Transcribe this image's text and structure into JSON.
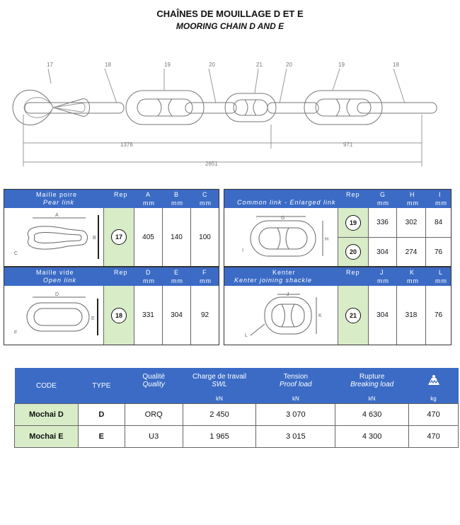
{
  "title_fr": "CHAÎNES DE MOUILLAGE D ET E",
  "title_en": "MOORING CHAIN D AND E",
  "diagram": {
    "callouts": [
      "17",
      "18",
      "19",
      "20",
      "21",
      "20",
      "19",
      "18"
    ],
    "dims": [
      "1376",
      "971",
      "2651"
    ]
  },
  "panels": {
    "pear": {
      "name_fr": "Maille poire",
      "name_en": "Pear link",
      "rep_label": "Rep",
      "cols": [
        {
          "h": "A",
          "u": "mm"
        },
        {
          "h": "B",
          "u": "mm"
        },
        {
          "h": "C",
          "u": "mm"
        }
      ],
      "rows": [
        {
          "rep": "17",
          "vals": [
            "405",
            "140",
            "100"
          ]
        }
      ],
      "letters": [
        "A",
        "B",
        "C"
      ]
    },
    "common": {
      "name_fr": "Common link - Enlarged link",
      "rep_label": "Rep",
      "cols": [
        {
          "h": "G",
          "u": "mm"
        },
        {
          "h": "H",
          "u": "mm"
        },
        {
          "h": "I",
          "u": "mm"
        }
      ],
      "rows": [
        {
          "rep": "19",
          "vals": [
            "336",
            "302",
            "84"
          ]
        },
        {
          "rep": "20",
          "vals": [
            "304",
            "274",
            "76"
          ]
        }
      ],
      "letters": [
        "G",
        "H",
        "I"
      ]
    },
    "open": {
      "name_fr": "Maille vide",
      "name_en": "Open link",
      "rep_label": "Rep",
      "cols": [
        {
          "h": "D",
          "u": "mm"
        },
        {
          "h": "E",
          "u": "mm"
        },
        {
          "h": "F",
          "u": "mm"
        }
      ],
      "rows": [
        {
          "rep": "18",
          "vals": [
            "331",
            "304",
            "92"
          ]
        }
      ],
      "letters": [
        "D",
        "E",
        "F"
      ]
    },
    "kenter": {
      "name_fr": "Kenter",
      "name_en": "Kenter joining shackle",
      "rep_label": "Rep",
      "cols": [
        {
          "h": "J",
          "u": "mm"
        },
        {
          "h": "K",
          "u": "mm"
        },
        {
          "h": "L",
          "u": "mm"
        }
      ],
      "rows": [
        {
          "rep": "21",
          "vals": [
            "304",
            "318",
            "76"
          ]
        }
      ],
      "letters": [
        "J",
        "K",
        "L"
      ]
    }
  },
  "spec_table": {
    "headers": {
      "code": "CODE",
      "type": "TYPE",
      "quality_fr": "Qualité",
      "quality_en": "Quality",
      "swl_fr": "Charge de travail",
      "swl_en": "SWL",
      "swl_unit": "kN",
      "proof_fr": "Tension",
      "proof_en": "Proof load",
      "proof_unit": "kN",
      "break_fr": "Rupture",
      "break_en": "Breaking load",
      "break_unit": "kN",
      "weight_unit": "kg",
      "weight_icon": "weight-icon"
    },
    "rows": [
      {
        "code": "Mochai D",
        "type": "D",
        "quality": "ORQ",
        "swl": "2 450",
        "proof": "3 070",
        "break": "4 630",
        "weight": "470"
      },
      {
        "code": "Mochai E",
        "type": "E",
        "quality": "U3",
        "swl": "1 965",
        "proof": "3 015",
        "break": "4 300",
        "weight": "470"
      }
    ]
  }
}
